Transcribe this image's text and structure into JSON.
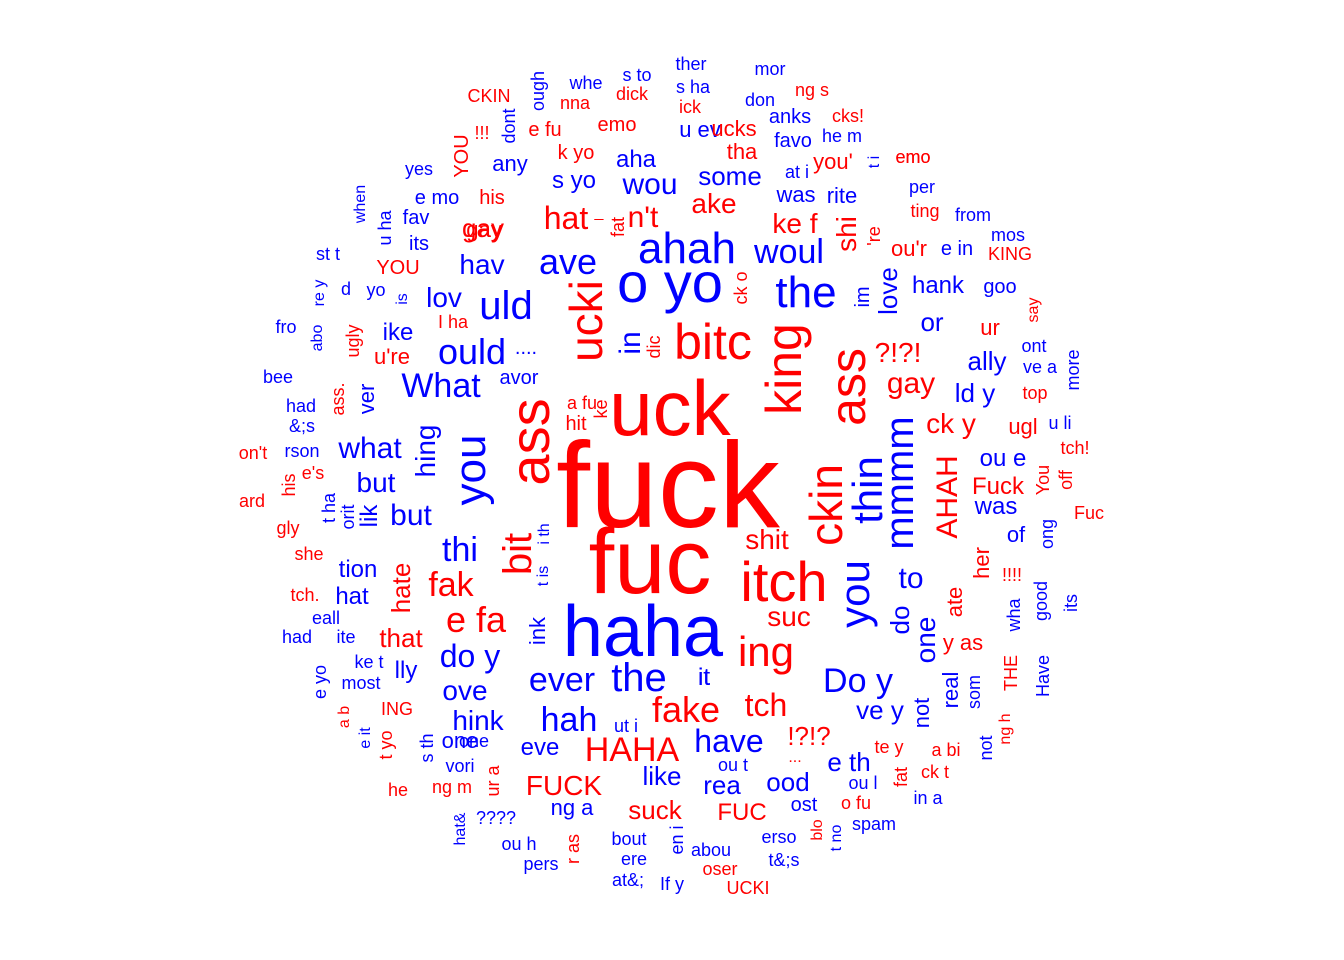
{
  "colors": {
    "red": "#ff0000",
    "blue": "#0000ff",
    "background": "#ffffff"
  },
  "words": [
    {
      "t": "fuck",
      "c": "red"
    },
    {
      "t": "fuc",
      "c": "red"
    },
    {
      "t": "uck",
      "c": "red"
    },
    {
      "t": "haha",
      "c": "blue"
    },
    {
      "t": "itch",
      "c": "red"
    },
    {
      "t": "o yo",
      "c": "blue"
    },
    {
      "t": "ass",
      "c": "red"
    },
    {
      "t": "ass",
      "c": "red"
    },
    {
      "t": "king",
      "c": "red"
    },
    {
      "t": "ckin",
      "c": "red"
    },
    {
      "t": "bitc",
      "c": "red"
    },
    {
      "t": "ucki",
      "c": "red"
    },
    {
      "t": "ahah",
      "c": "blue"
    },
    {
      "t": "the",
      "c": "blue"
    },
    {
      "t": "you",
      "c": "blue"
    },
    {
      "t": "you",
      "c": "blue"
    },
    {
      "t": "thin",
      "c": "blue"
    },
    {
      "t": "mmmm",
      "c": "blue"
    },
    {
      "t": "the",
      "c": "blue"
    },
    {
      "t": "bit",
      "c": "red"
    },
    {
      "t": "ing",
      "c": "red"
    },
    {
      "t": "uld",
      "c": "blue"
    },
    {
      "t": "ould",
      "c": "blue"
    },
    {
      "t": "What",
      "c": "blue"
    },
    {
      "t": "woul",
      "c": "blue"
    },
    {
      "t": "ave",
      "c": "blue"
    },
    {
      "t": "hah",
      "c": "blue"
    },
    {
      "t": "ever",
      "c": "blue"
    },
    {
      "t": "HAHA",
      "c": "red"
    },
    {
      "t": "fake",
      "c": "red"
    },
    {
      "t": "e fa",
      "c": "red"
    },
    {
      "t": "do y",
      "c": "blue"
    },
    {
      "t": "fak",
      "c": "red"
    },
    {
      "t": "thi",
      "c": "blue"
    },
    {
      "t": "Do y",
      "c": "blue"
    },
    {
      "t": "have",
      "c": "blue"
    },
    {
      "t": "tch",
      "c": "red"
    },
    {
      "t": "hat",
      "c": "red"
    },
    {
      "t": "n't",
      "c": "red"
    },
    {
      "t": "wou",
      "c": "blue"
    },
    {
      "t": "in",
      "c": "blue"
    },
    {
      "t": "hav",
      "c": "blue"
    },
    {
      "t": "lov",
      "c": "blue"
    },
    {
      "t": "ke f",
      "c": "red"
    },
    {
      "t": "shi",
      "c": "red"
    },
    {
      "t": "gay",
      "c": "red"
    },
    {
      "t": "?!?!",
      "c": "red"
    },
    {
      "t": "gay",
      "c": "red"
    },
    {
      "t": "AHAH",
      "c": "red"
    },
    {
      "t": "hing",
      "c": "blue"
    },
    {
      "t": "what",
      "c": "blue"
    },
    {
      "t": "but",
      "c": "blue"
    },
    {
      "t": "but",
      "c": "blue"
    },
    {
      "t": "shit",
      "c": "red"
    },
    {
      "t": "suc",
      "c": "red"
    },
    {
      "t": "to",
      "c": "blue"
    },
    {
      "t": "do",
      "c": "blue"
    },
    {
      "t": "one",
      "c": "blue"
    },
    {
      "t": "FUCK",
      "c": "red"
    },
    {
      "t": "suck",
      "c": "red"
    },
    {
      "t": "hink",
      "c": "blue"
    },
    {
      "t": "ove",
      "c": "blue"
    },
    {
      "t": "ood",
      "c": "blue"
    },
    {
      "t": "rea",
      "c": "blue"
    },
    {
      "t": "like",
      "c": "blue"
    },
    {
      "t": "!?!?",
      "c": "red"
    },
    {
      "t": "e th",
      "c": "blue"
    },
    {
      "t": "ve y",
      "c": "blue"
    },
    {
      "t": "hate",
      "c": "red"
    },
    {
      "t": "that",
      "c": "red"
    },
    {
      "t": "love",
      "c": "blue"
    },
    {
      "t": "ake",
      "c": "red"
    },
    {
      "t": "some",
      "c": "blue"
    },
    {
      "t": "ck y",
      "c": "red"
    },
    {
      "t": "or",
      "c": "blue"
    },
    {
      "t": "ally",
      "c": "blue"
    },
    {
      "t": "ld y",
      "c": "blue"
    },
    {
      "t": "Fuck",
      "c": "red"
    },
    {
      "t": "was",
      "c": "blue"
    },
    {
      "t": "ke",
      "c": "red"
    },
    {
      "t": "ink",
      "c": "blue"
    },
    {
      "t": "lly",
      "c": "blue"
    },
    {
      "t": "hank",
      "c": "blue"
    },
    {
      "t": "ou e",
      "c": "blue"
    },
    {
      "t": "ugl",
      "c": "red"
    },
    {
      "t": "tion",
      "c": "blue"
    },
    {
      "t": "hat",
      "c": "blue"
    },
    {
      "t": "eve",
      "c": "blue"
    },
    {
      "t": "it",
      "c": "blue"
    },
    {
      "t": "FUC",
      "c": "red"
    },
    {
      "t": "ng a",
      "c": "blue"
    },
    {
      "t": "y as",
      "c": "red"
    },
    {
      "t": "her",
      "c": "red"
    },
    {
      "t": "ate",
      "c": "red"
    },
    {
      "t": "not",
      "c": "blue"
    },
    {
      "t": "real",
      "c": "blue"
    },
    {
      "t": "of",
      "c": "blue"
    },
    {
      "t": "ur",
      "c": "red"
    },
    {
      "t": "ike",
      "c": "blue"
    },
    {
      "t": "u're",
      "c": "red"
    },
    {
      "t": "aha",
      "c": "blue"
    },
    {
      "t": "s yo",
      "c": "blue"
    },
    {
      "t": "u ev",
      "c": "blue"
    },
    {
      "t": "ucks",
      "c": "red"
    },
    {
      "t": "tha",
      "c": "red"
    },
    {
      "t": "you'",
      "c": "red"
    },
    {
      "t": "was",
      "c": "blue"
    },
    {
      "t": "rite",
      "c": "blue"
    },
    {
      "t": "ou'r",
      "c": "red"
    },
    {
      "t": "e in",
      "c": "blue"
    },
    {
      "t": "goo",
      "c": "blue"
    },
    {
      "t": "one",
      "c": "blue"
    },
    {
      "t": "avor",
      "c": "blue"
    },
    {
      "t": "....",
      "c": "blue"
    },
    {
      "t": "im",
      "c": "blue"
    },
    {
      "t": "ver",
      "c": "blue"
    },
    {
      "t": "lik",
      "c": "blue"
    },
    {
      "t": "hit",
      "c": "red"
    },
    {
      "t": "a fu",
      "c": "red"
    },
    {
      "t": "any",
      "c": "blue"
    },
    {
      "t": "gay",
      "c": "red"
    },
    {
      "t": "his",
      "c": "red"
    },
    {
      "t": "e mo",
      "c": "blue"
    },
    {
      "t": "fav",
      "c": "blue"
    },
    {
      "t": "its",
      "c": "blue"
    },
    {
      "t": "YOU",
      "c": "red"
    },
    {
      "t": "YOU",
      "c": "red"
    },
    {
      "t": "yes",
      "c": "blue"
    },
    {
      "t": "!!!",
      "c": "red"
    },
    {
      "t": "e fu",
      "c": "red"
    },
    {
      "t": "k yo",
      "c": "red"
    },
    {
      "t": "emo",
      "c": "red"
    },
    {
      "t": "emo",
      "c": "red"
    },
    {
      "t": "favo",
      "c": "blue"
    },
    {
      "t": "at i",
      "c": "blue"
    },
    {
      "t": "he m",
      "c": "blue"
    },
    {
      "t": "anks",
      "c": "blue"
    },
    {
      "t": "cks!",
      "c": "red"
    },
    {
      "t": "don",
      "c": "blue"
    },
    {
      "t": "ng s",
      "c": "red"
    },
    {
      "t": "mor",
      "c": "blue"
    },
    {
      "t": "ther",
      "c": "blue"
    },
    {
      "t": "s ha",
      "c": "blue"
    },
    {
      "t": "ick",
      "c": "red"
    },
    {
      "t": "s to",
      "c": "blue"
    },
    {
      "t": "dick",
      "c": "red"
    },
    {
      "t": "whe",
      "c": "blue"
    },
    {
      "t": "nna",
      "c": "red"
    },
    {
      "t": "ough",
      "c": "blue"
    },
    {
      "t": "CKIN",
      "c": "red"
    },
    {
      "t": "dont",
      "c": "blue"
    },
    {
      "t": "per",
      "c": "blue"
    },
    {
      "t": "ting",
      "c": "red"
    },
    {
      "t": "from",
      "c": "blue"
    },
    {
      "t": "mos",
      "c": "blue"
    },
    {
      "t": "KING",
      "c": "red"
    },
    {
      "t": "say",
      "c": "red"
    },
    {
      "t": "ont",
      "c": "blue"
    },
    {
      "t": "ve a",
      "c": "blue"
    },
    {
      "t": "more",
      "c": "blue"
    },
    {
      "t": "top",
      "c": "red"
    },
    {
      "t": "u li",
      "c": "blue"
    },
    {
      "t": "tch!",
      "c": "red"
    },
    {
      "t": "You",
      "c": "red"
    },
    {
      "t": "off",
      "c": "red"
    },
    {
      "t": "Fuc",
      "c": "red"
    },
    {
      "t": "ong",
      "c": "blue"
    },
    {
      "t": "!!!!",
      "c": "red"
    },
    {
      "t": "wha",
      "c": "blue"
    },
    {
      "t": "good",
      "c": "blue"
    },
    {
      "t": "its",
      "c": "blue"
    },
    {
      "t": "THE",
      "c": "red"
    },
    {
      "t": "Have",
      "c": "blue"
    },
    {
      "t": "som",
      "c": "blue"
    },
    {
      "t": "ng h",
      "c": "red"
    },
    {
      "t": "not",
      "c": "blue"
    },
    {
      "t": "a bi",
      "c": "red"
    },
    {
      "t": "ck t",
      "c": "red"
    },
    {
      "t": "te y",
      "c": "red"
    },
    {
      "t": "fat",
      "c": "red"
    },
    {
      "t": "in a",
      "c": "blue"
    },
    {
      "t": "ou l",
      "c": "blue"
    },
    {
      "t": "o fu",
      "c": "red"
    },
    {
      "t": "spam",
      "c": "blue"
    },
    {
      "t": "ost",
      "c": "blue"
    },
    {
      "t": "blo",
      "c": "red"
    },
    {
      "t": "t no",
      "c": "blue"
    },
    {
      "t": "erso",
      "c": "blue"
    },
    {
      "t": "t&;s",
      "c": "blue"
    },
    {
      "t": "oser",
      "c": "red"
    },
    {
      "t": "UCKI",
      "c": "red"
    },
    {
      "t": "abou",
      "c": "blue"
    },
    {
      "t": "If y",
      "c": "blue"
    },
    {
      "t": "en i",
      "c": "blue"
    },
    {
      "t": "bout",
      "c": "blue"
    },
    {
      "t": "ere",
      "c": "blue"
    },
    {
      "t": "at&;",
      "c": "blue"
    },
    {
      "t": "r as",
      "c": "red"
    },
    {
      "t": "pers",
      "c": "blue"
    },
    {
      "t": "ou h",
      "c": "blue"
    },
    {
      "t": "????",
      "c": "blue"
    },
    {
      "t": "hat&",
      "c": "blue"
    },
    {
      "t": "ng m",
      "c": "red"
    },
    {
      "t": "ur a",
      "c": "red"
    },
    {
      "t": "vori",
      "c": "blue"
    },
    {
      "t": "he",
      "c": "red"
    },
    {
      "t": "s th",
      "c": "blue"
    },
    {
      "t": "t yo",
      "c": "red"
    },
    {
      "t": "e it",
      "c": "blue"
    },
    {
      "t": "ING",
      "c": "red"
    },
    {
      "t": "a b",
      "c": "red"
    },
    {
      "t": "e yo",
      "c": "blue"
    },
    {
      "t": "most",
      "c": "blue"
    },
    {
      "t": "ke t",
      "c": "blue"
    },
    {
      "t": "ite",
      "c": "blue"
    },
    {
      "t": "had",
      "c": "blue"
    },
    {
      "t": "eall",
      "c": "blue"
    },
    {
      "t": "tch.",
      "c": "red"
    },
    {
      "t": "she",
      "c": "red"
    },
    {
      "t": "gly",
      "c": "red"
    },
    {
      "t": "ard",
      "c": "red"
    },
    {
      "t": "his",
      "c": "red"
    },
    {
      "t": "t ha",
      "c": "blue"
    },
    {
      "t": "orit",
      "c": "blue"
    },
    {
      "t": "e's",
      "c": "red"
    },
    {
      "t": "rson",
      "c": "blue"
    },
    {
      "t": "on't",
      "c": "red"
    },
    {
      "t": "&;s",
      "c": "blue"
    },
    {
      "t": "had",
      "c": "blue"
    },
    {
      "t": "bee",
      "c": "blue"
    },
    {
      "t": "ass.",
      "c": "red"
    },
    {
      "t": "ugly",
      "c": "red"
    },
    {
      "t": "abo",
      "c": "blue"
    },
    {
      "t": "fro",
      "c": "blue"
    },
    {
      "t": "re y",
      "c": "blue"
    },
    {
      "t": "st t",
      "c": "blue"
    },
    {
      "t": "d",
      "c": "blue"
    },
    {
      "t": "yo",
      "c": "blue"
    },
    {
      "t": "is",
      "c": "blue"
    },
    {
      "t": "u ha",
      "c": "blue"
    },
    {
      "t": "when",
      "c": "blue"
    },
    {
      "t": "I ha",
      "c": "red"
    },
    {
      "t": "dic",
      "c": "red"
    },
    {
      "t": "ck o",
      "c": "red"
    },
    {
      "t": "fat",
      "c": "red"
    },
    {
      "t": "i th",
      "c": "blue"
    },
    {
      "t": "t is",
      "c": "blue"
    },
    {
      "t": "'re",
      "c": "red"
    },
    {
      "t": "ut i",
      "c": "blue"
    },
    {
      "t": "one",
      "c": "blue"
    },
    {
      "t": "ou t",
      "c": "blue"
    },
    {
      "t": "...",
      "c": "red"
    },
    {
      "t": "t i",
      "c": "blue"
    },
    {
      "t": "emo",
      "c": "red"
    },
    {
      "t": "it",
      "c": "blue"
    },
    {
      "t": "_",
      "c": "red"
    }
  ]
}
